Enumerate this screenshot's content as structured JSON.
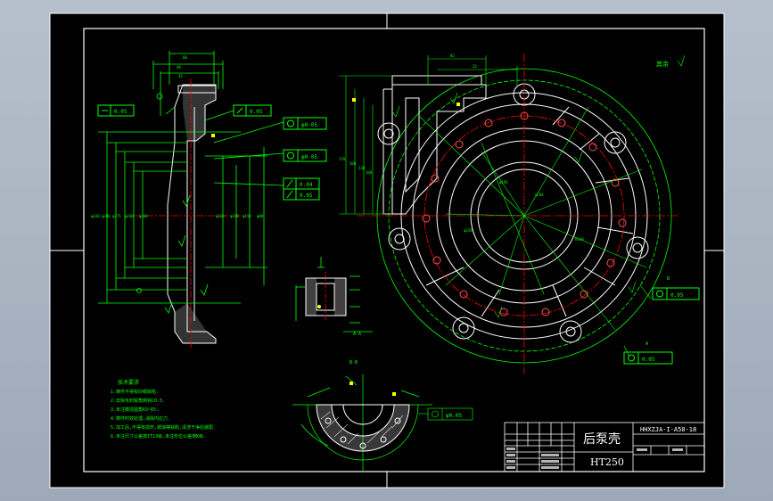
{
  "drawing": {
    "part_name": "后泵壳",
    "material": "HT250",
    "drawing_number": "HHXZJA-I-A50-18"
  },
  "notes": {
    "heading": "技术要求",
    "items": [
      "1.铸件不得有砂眼缺陷.",
      "2.去除毛刺锐角倒钝C0.5.",
      "3.未注铸造圆角R3~R5.",
      "4.铸件时效处理,消除内应力.",
      "5.加工后,不得有损伤,锈蚀等缺陷,清洗干净后装配.",
      "6.未注尺寸公差按IT13级,未注形位公差按K级."
    ]
  },
  "labels": {
    "surface_finish": "其余",
    "tol_flatness": "0.05",
    "tol_position_a": "φ0.05",
    "tol_position_b": "φ0.05",
    "tol_parallel": "0.05",
    "tol_perp_a": "0.05",
    "tol_runout": "0.04",
    "tol_coax": "φ0.05",
    "tol_right_a": "0.05",
    "tol_right_b": "0.05",
    "view_a": "A",
    "view_b": "B",
    "view_ab": "A-A",
    "view_bb": "B-B"
  },
  "colors": {
    "background": "#000000",
    "frame": "#ffffff",
    "geometry": "#ffffff",
    "dimension": "#00ff00",
    "centerline": "#ff0000",
    "accent": "#ffff00",
    "highlight": "#00ffff"
  }
}
